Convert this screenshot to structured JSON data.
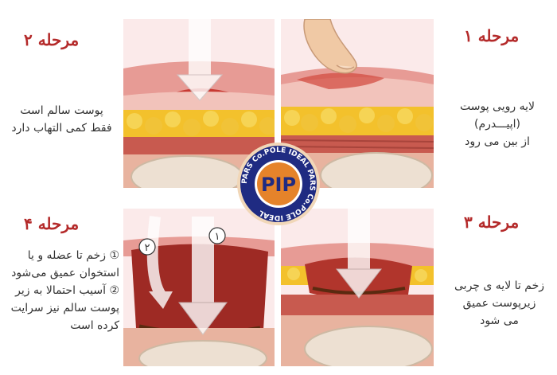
{
  "stages": [
    {
      "title": "مرحله ۱",
      "lines": [
        "لایه رویی پوست",
        "(اپیـــدرم)",
        "از بین می رود"
      ]
    },
    {
      "title": "مرحله ۲",
      "lines": [
        "پوست سالم است",
        "فقط کمی التهاب دارد"
      ]
    },
    {
      "title": "مرحله ۳",
      "lines": [
        "زخم تا لایه ی چربی",
        "زیرپوست عمیق",
        "می شود"
      ]
    },
    {
      "title": "مرحله ۴",
      "lines": [
        "① زخم تا عضله و یا",
        "استخوان عمیق می‌شود",
        "② آسیب احتمالا به زیر",
        "پوست سالم نیز سرایت",
        "کرده است"
      ],
      "markers": [
        "۱",
        "۲"
      ]
    }
  ],
  "logo": {
    "mark": "PIP",
    "ring_text": "PARS Co.POLE IDEAL PARS Co.POLE IDEAL ",
    "colors": {
      "ring": "#1f2b82",
      "inner": "#e5832a",
      "text": "#ffffff"
    }
  }
}
